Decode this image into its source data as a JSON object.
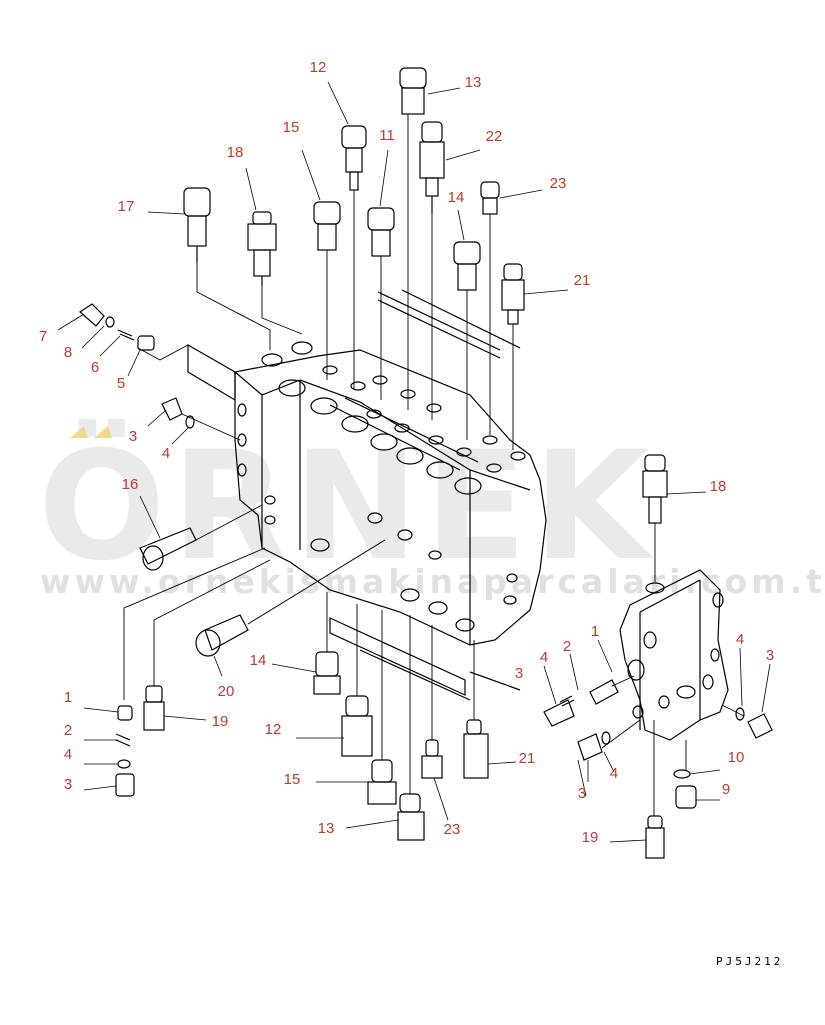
{
  "watermark": {
    "brand": "ÖRNEK",
    "url": "www.ornekismakinaparcalari.com.tr"
  },
  "drawing_code": "PJ5J212",
  "colors": {
    "label": "#c0392b",
    "line": "#000000",
    "watermark": "#d9d9d9",
    "watermark_accent": "#f2d78a"
  },
  "callouts": [
    {
      "id": "c1",
      "text": "12"
    },
    {
      "id": "c2",
      "text": "13"
    },
    {
      "id": "c3",
      "text": "11"
    },
    {
      "id": "c4",
      "text": "22"
    },
    {
      "id": "c5",
      "text": "15"
    },
    {
      "id": "c6",
      "text": "18"
    },
    {
      "id": "c7",
      "text": "23"
    },
    {
      "id": "c8",
      "text": "17"
    },
    {
      "id": "c9",
      "text": "14"
    },
    {
      "id": "c10",
      "text": "21"
    },
    {
      "id": "c11",
      "text": "7"
    },
    {
      "id": "c12",
      "text": "8"
    },
    {
      "id": "c13",
      "text": "6"
    },
    {
      "id": "c14",
      "text": "5"
    },
    {
      "id": "c15",
      "text": "3"
    },
    {
      "id": "c16",
      "text": "4"
    },
    {
      "id": "c17",
      "text": "16"
    },
    {
      "id": "c18",
      "text": "18"
    },
    {
      "id": "c19",
      "text": "1"
    },
    {
      "id": "c20",
      "text": "2"
    },
    {
      "id": "c21",
      "text": "4"
    },
    {
      "id": "c22",
      "text": "4"
    },
    {
      "id": "c23",
      "text": "3"
    },
    {
      "id": "c24",
      "text": "3"
    },
    {
      "id": "c25",
      "text": "14"
    },
    {
      "id": "c26",
      "text": "20"
    },
    {
      "id": "c27",
      "text": "1"
    },
    {
      "id": "c28",
      "text": "19"
    },
    {
      "id": "c29",
      "text": "2"
    },
    {
      "id": "c30",
      "text": "12"
    },
    {
      "id": "c31",
      "text": "4"
    },
    {
      "id": "c32",
      "text": "21"
    },
    {
      "id": "c33",
      "text": "10"
    },
    {
      "id": "c34",
      "text": "3"
    },
    {
      "id": "c35",
      "text": "4"
    },
    {
      "id": "c36",
      "text": "15"
    },
    {
      "id": "c37",
      "text": "3"
    },
    {
      "id": "c38",
      "text": "9"
    },
    {
      "id": "c39",
      "text": "13"
    },
    {
      "id": "c40",
      "text": "23"
    },
    {
      "id": "c41",
      "text": "19"
    }
  ]
}
